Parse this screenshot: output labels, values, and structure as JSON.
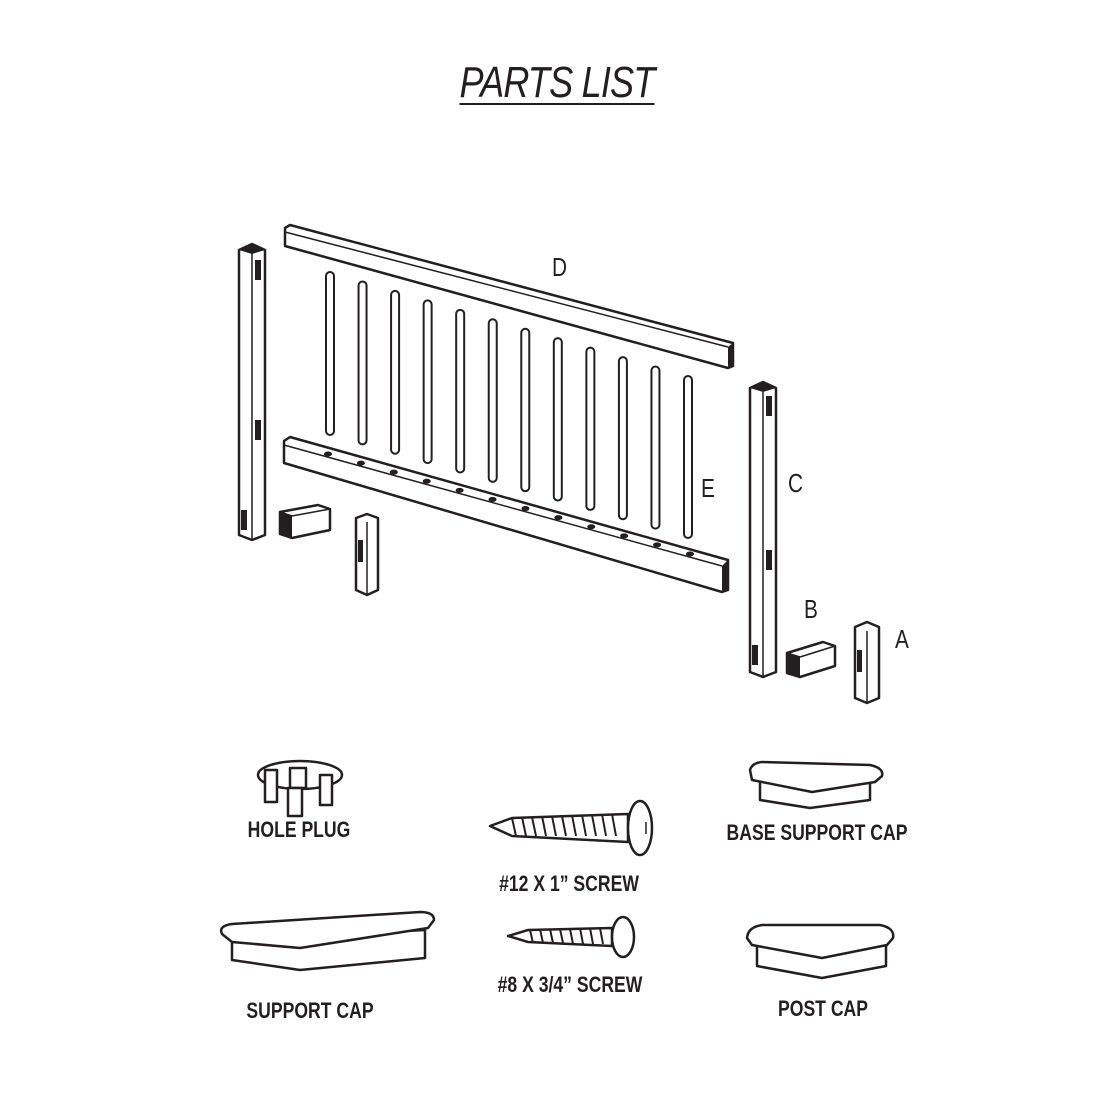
{
  "title": "PARTS LIST",
  "part_letters": {
    "a": "A",
    "b": "B",
    "c": "C",
    "d": "D",
    "e": "E"
  },
  "hardware": {
    "hole_plug": "HOLE PLUG",
    "screw_12": "#12 X 1” SCREW",
    "base_support_cap": "BASE SUPPORT CAP",
    "support_cap": "SUPPORT CAP",
    "screw_8": "#8 X 3/4” SCREW",
    "post_cap": "POST CAP"
  },
  "baluster_count": 12
}
